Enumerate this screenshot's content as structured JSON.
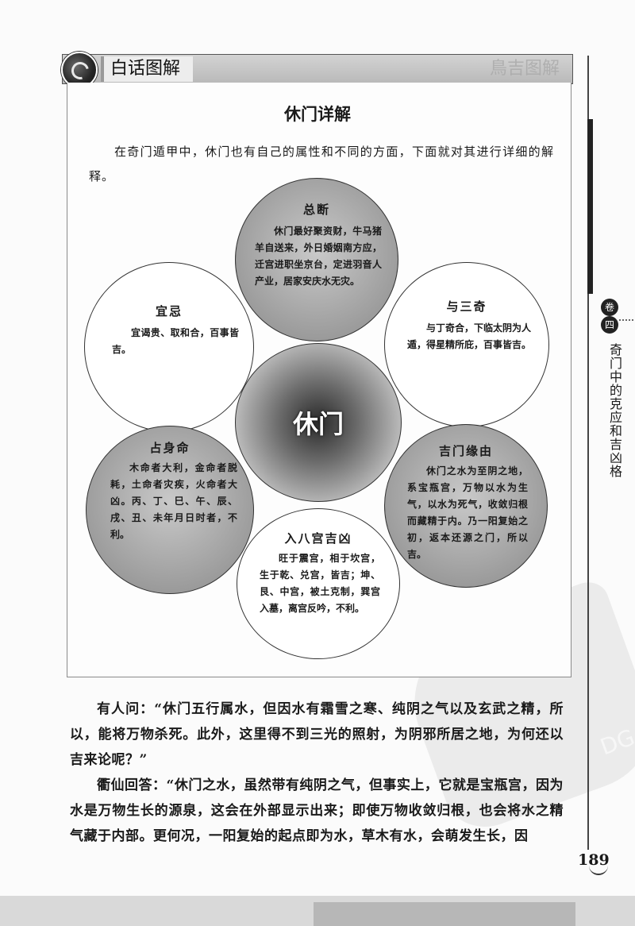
{
  "header": {
    "section_title": "白话图解",
    "ghost_text": "鳥吉图解"
  },
  "diagram": {
    "title": "休门详解",
    "intro": "在奇门遁甲中，休门也有自己的属性和不同的方面，下面就对其进行详细的解释。",
    "center": "休门",
    "circles": {
      "zongduan": {
        "title": "总断",
        "body": "休门最好聚资财，牛马猪羊自送来，外日婚姻南方应，迁宫进职坐京台，定进羽音人产业，居家安庆水无灾。"
      },
      "yusanqi": {
        "title": "与三奇",
        "body": "与丁奇合，下临太阴为人遁，得星精所庇，百事皆吉。"
      },
      "jimenyuanyou": {
        "title": "吉门缘由",
        "body": "休门之水为至阴之地，系宝瓶宫，万物以水为生气，以水为死气，收敛归根而藏精于内。乃一阳复始之初，返本还源之门，所以吉。"
      },
      "rubagong": {
        "title": "入八宫吉凶",
        "body": "旺于震宫，相于坎宫，生于乾、兑宫，皆吉；坤、艮、中宫，被土克制，巽宫入墓，离宫反吟，不利。"
      },
      "zhanshenming": {
        "title": "占身命",
        "body": "木命者大利，金命者脱耗，土命者灾疾，火命者大凶。丙、丁、巳、午、辰、戌、丑、未年月日时者，不利。"
      },
      "yiji": {
        "title": "宜忌",
        "body": "宜谒贵、取和合，百事皆吉。"
      }
    }
  },
  "side_tab": {
    "vol_1": "卷",
    "vol_2": "四",
    "chapter": "奇门中的克应和吉凶格"
  },
  "body": {
    "p1": "有人问：“休门五行属水，但因水有霜雪之寒、纯阴之气以及玄武之精，所以，能将万物杀死。此外，这里得不到三光的照射，为阴邪所居之地，为何还以吉来论呢？”",
    "p2": "衢仙回答：“休门之水，虽然带有纯阴之气，但事实上，它就是宝瓶宫，因为水是万物生长的源泉，这会在外部显示出来；即使万物收敛归根，也会将水之精气藏于内部。更何况，一阳复始的起点即为水，草木有水，会萌发生长，因"
  },
  "page_number": "189"
}
